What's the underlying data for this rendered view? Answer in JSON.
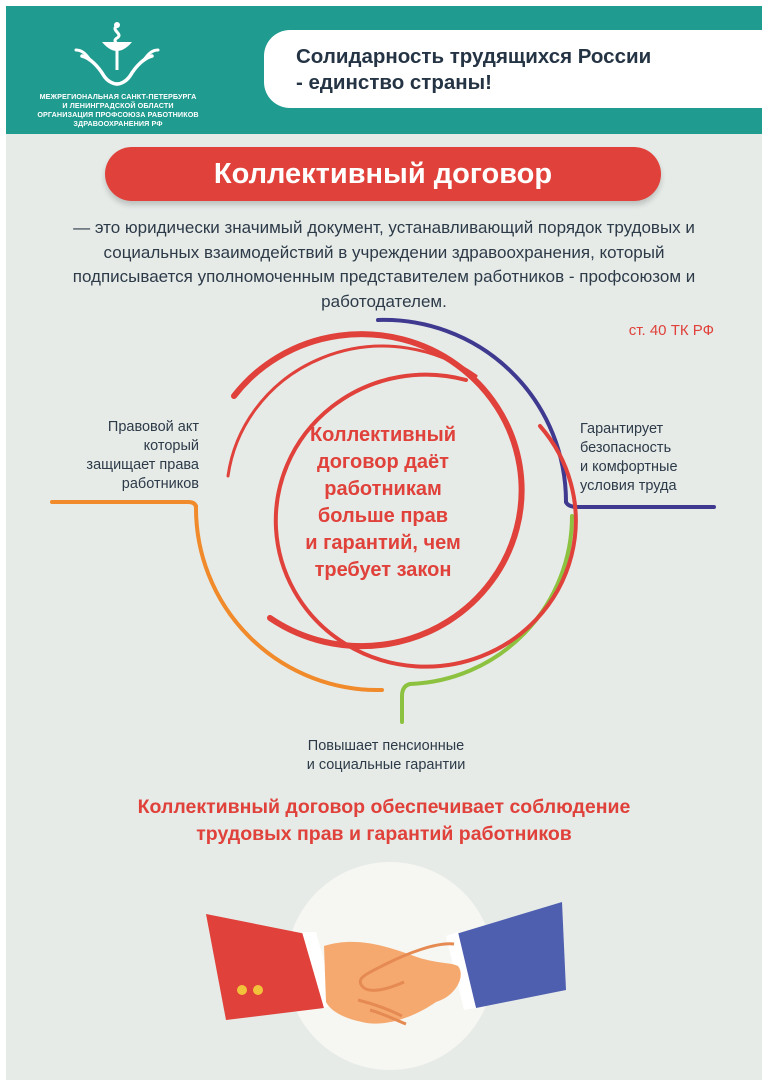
{
  "header": {
    "org_lines": [
      "Межрегиональная Санкт-Петербурга",
      "и Ленинградской области",
      "организация профсоюза работников",
      "здравоохранения РФ"
    ],
    "slogan_line1": "Солидарность трудящихся России",
    "slogan_line2": "- единство страны!"
  },
  "title": "Коллективный договор",
  "definition": "— это юридически значимый документ, устанавливающий порядок трудовых и социальных взаимодействий в учреждении здравоохранения, который подписывается уполномоченным представителем работников - профсоюзом и работодателем.",
  "article_ref": "ст. 40 ТК РФ",
  "center": {
    "lines": [
      "Коллективный",
      "договор даёт",
      "работникам",
      "больше прав",
      "и гарантий, чем",
      "требует закон"
    ]
  },
  "benefits": {
    "left": [
      "Правовой акт",
      "который",
      "защищает права",
      "работников"
    ],
    "right": [
      "Гарантирует",
      "безопасность",
      "и комфортные",
      "условия труда"
    ],
    "bottom": [
      "Повышает пенсионные",
      "и социальные гарантии"
    ]
  },
  "conclusion": {
    "line1": "Коллективный договор обеспечивает соблюдение",
    "line2": "трудовых прав и гарантий работников"
  },
  "colors": {
    "header": "#1f9b8f",
    "accent_red": "#e0413a",
    "purple": "#3f3a8f",
    "orange": "#f08a2b",
    "green": "#8cc23f"
  },
  "icons": {
    "logo": "bowl-of-hygieia-hands-icon",
    "illustration": "handshake-icon"
  }
}
